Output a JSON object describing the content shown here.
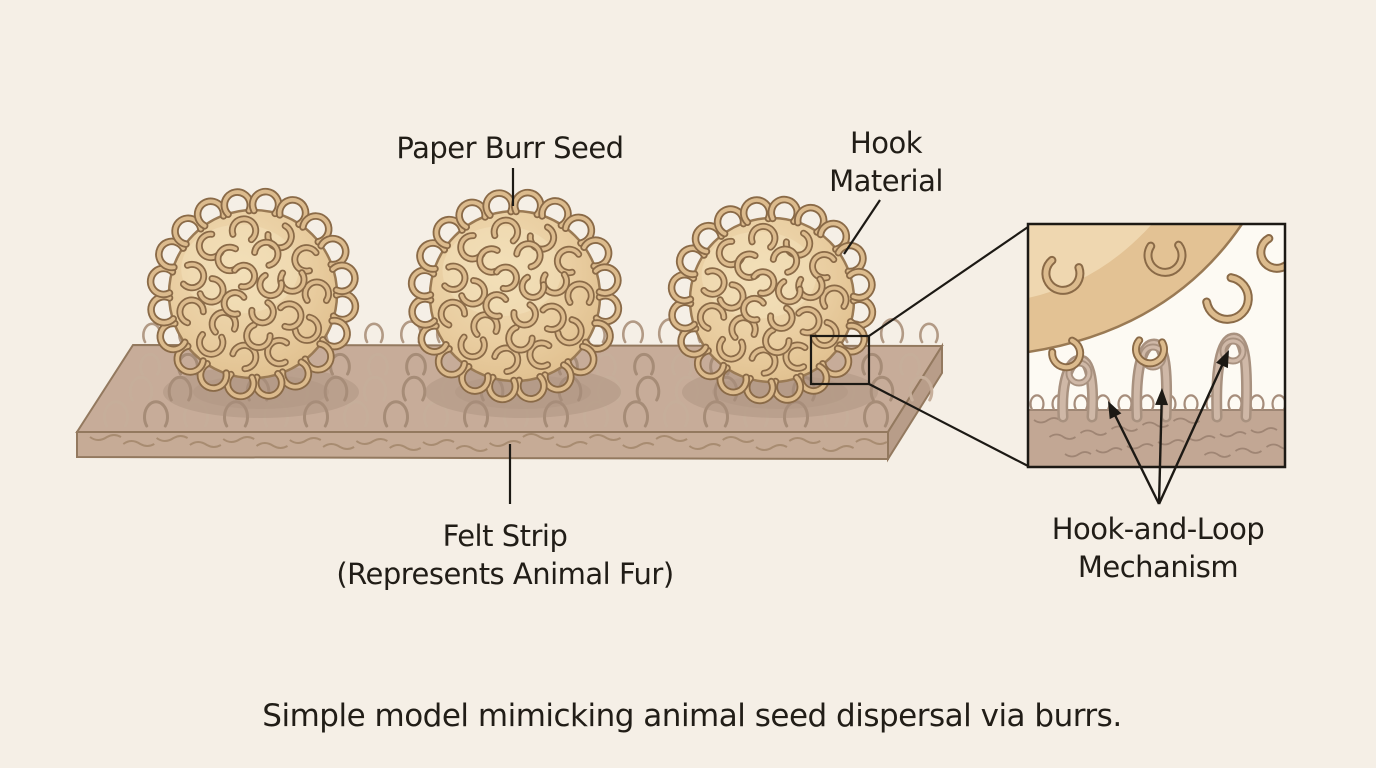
{
  "diagram": {
    "labels": {
      "burr": {
        "text": "Paper Burr Seed"
      },
      "hook_material": {
        "line1": "Hook",
        "line2": "Material"
      },
      "felt": {
        "line1": "Felt Strip",
        "line2": "(Represents Animal Fur)"
      },
      "mechanism": {
        "line1": "Hook-and-Loop",
        "line2": "Mechanism"
      }
    },
    "caption": "Simple model mimicking animal seed dispersal via burrs.",
    "counts": {
      "burr_seeds": 3,
      "inset_loops": 3,
      "inset_arrows": 3
    },
    "palette": {
      "background": "#f5efe6",
      "text": "#211d17",
      "line": "#1c1914",
      "burr_fill": "#e8cb9d",
      "burr_highlight": "#f3e1bb",
      "burr_outline": "#9a7a54",
      "hook_fill": "#dcbb8d",
      "hook_outline": "#8a6a47",
      "felt_top": "#c7ac99",
      "felt_front": "#c6ab96",
      "felt_side": "#b89d89",
      "felt_loop_dark": "#a68c77",
      "felt_loop_light": "#c6ae9a",
      "felt_shadow": "#aa8f7c",
      "inset_bg": "#fdfaf3",
      "inset_felt": "#c2a794",
      "loop_tube_outer": "#a8917f",
      "loop_tube_inner": "#cfb8a7"
    }
  }
}
